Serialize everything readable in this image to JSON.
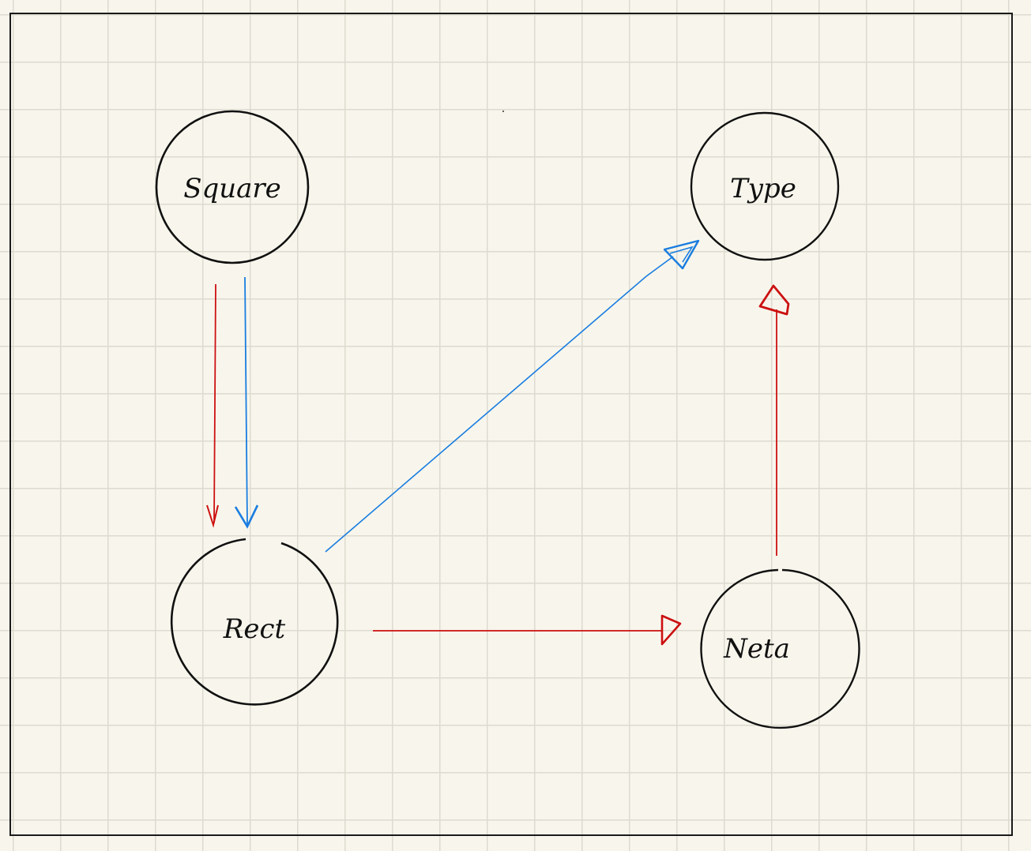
{
  "diagram": {
    "nodes": [
      {
        "id": "square",
        "label": "Square"
      },
      {
        "id": "type",
        "label": "Type"
      },
      {
        "id": "rect",
        "label": "Rect"
      },
      {
        "id": "neta",
        "label": "Neta"
      }
    ],
    "edges": [
      {
        "from": "square",
        "to": "rect",
        "color": "#cc1111"
      },
      {
        "from": "square",
        "to": "rect",
        "color": "#1a7de0"
      },
      {
        "from": "rect",
        "to": "type",
        "color": "#1a7de0"
      },
      {
        "from": "rect",
        "to": "neta",
        "color": "#cc1111"
      },
      {
        "from": "neta",
        "to": "type",
        "color": "#cc1111"
      }
    ],
    "colors": {
      "background": "#f8f6ec",
      "grid": "#dddbd0",
      "ink": "#111111",
      "red": "#cc1111",
      "blue": "#1a7de0"
    }
  }
}
